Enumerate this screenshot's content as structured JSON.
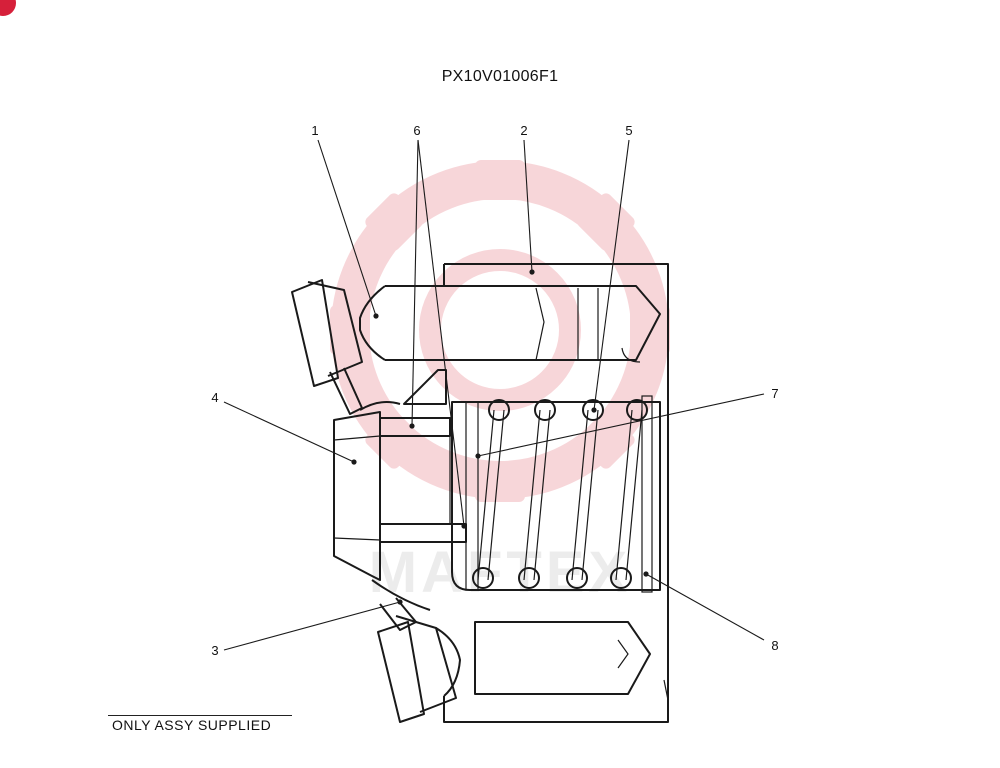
{
  "title": "PX10V01006F1",
  "footer_note": "ONLY ASSY SUPPLIED",
  "callouts": [
    "1",
    "6",
    "2",
    "5",
    "7",
    "4",
    "3",
    "8"
  ],
  "watermark": {
    "text": "MAFTEX",
    "color": "#e8a0a8",
    "logo_color": "#f2b5bb"
  },
  "badge_color": "#d6203a"
}
